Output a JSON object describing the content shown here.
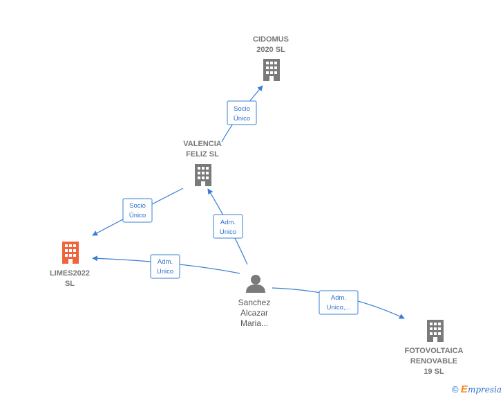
{
  "nodes": {
    "cidomus": {
      "lines": [
        "CIDOMUS",
        "2020  SL"
      ],
      "icon": "building-icon"
    },
    "valencia": {
      "lines": [
        "VALENCIA",
        "FELIZ SL"
      ],
      "icon": "building-icon"
    },
    "limes": {
      "lines": [
        "LIMES2022",
        "SL"
      ],
      "icon": "building-icon",
      "highlight": true
    },
    "person": {
      "lines": [
        "Sanchez",
        "Alcazar",
        "Maria..."
      ],
      "icon": "person-icon"
    },
    "fotovoltaica": {
      "lines": [
        "FOTOVOLTAICA",
        "RENOVABLE",
        "19  SL"
      ],
      "icon": "building-icon"
    }
  },
  "edges": {
    "valencia_cidomus": {
      "lines": [
        "Socio",
        "Único"
      ]
    },
    "valencia_limes": {
      "lines": [
        "Socio",
        "Único"
      ]
    },
    "person_valencia": {
      "lines": [
        "Adm.",
        "Unico"
      ]
    },
    "person_limes": {
      "lines": [
        "Adm.",
        "Unico"
      ]
    },
    "person_fotovoltaica": {
      "lines": [
        "Adm.",
        "Unico,..."
      ]
    }
  },
  "colors": {
    "company": "#7a7a7a",
    "highlight": "#f0643c",
    "edge": "#3a7fd5"
  },
  "footer": {
    "copyright": "©",
    "brand_initial": "E",
    "brand_rest": "mpresia"
  }
}
